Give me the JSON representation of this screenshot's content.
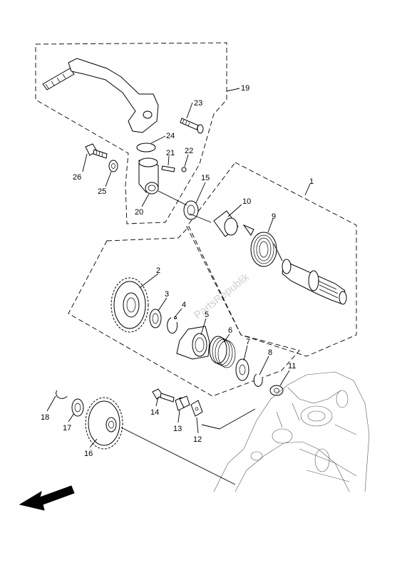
{
  "diagram": {
    "watermark": "PartsRepublik",
    "callouts": [
      {
        "id": "1",
        "text": "1"
      },
      {
        "id": "2",
        "text": "2"
      },
      {
        "id": "3",
        "text": "3"
      },
      {
        "id": "4",
        "text": "4"
      },
      {
        "id": "5",
        "text": "5"
      },
      {
        "id": "6",
        "text": "6"
      },
      {
        "id": "7",
        "text": "7"
      },
      {
        "id": "8",
        "text": "8"
      },
      {
        "id": "9",
        "text": "9"
      },
      {
        "id": "10",
        "text": "10"
      },
      {
        "id": "11",
        "text": "11"
      },
      {
        "id": "12",
        "text": "12"
      },
      {
        "id": "13",
        "text": "13"
      },
      {
        "id": "14",
        "text": "14"
      },
      {
        "id": "15",
        "text": "15"
      },
      {
        "id": "16",
        "text": "16"
      },
      {
        "id": "17",
        "text": "17"
      },
      {
        "id": "18",
        "text": "18"
      },
      {
        "id": "19",
        "text": "19"
      },
      {
        "id": "20",
        "text": "20"
      },
      {
        "id": "21",
        "text": "21"
      },
      {
        "id": "22",
        "text": "22"
      },
      {
        "id": "23",
        "text": "23"
      },
      {
        "id": "24",
        "text": "24"
      },
      {
        "id": "25",
        "text": "25"
      },
      {
        "id": "26",
        "text": "26"
      }
    ],
    "direction_arrow_icon": "front-arrow-icon"
  }
}
